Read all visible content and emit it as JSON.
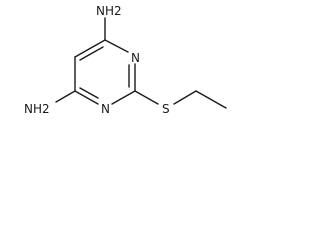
{
  "molecule": {
    "atoms": {
      "nh2_top": "NH2",
      "n_ring_upper": "N",
      "n_ring_lower": "N",
      "s_atom": "S",
      "nh2_bottom": "NH2"
    },
    "colors": {
      "bond": "#1a1a1a",
      "label": "#1a1a1a",
      "background": "#ffffff"
    }
  }
}
